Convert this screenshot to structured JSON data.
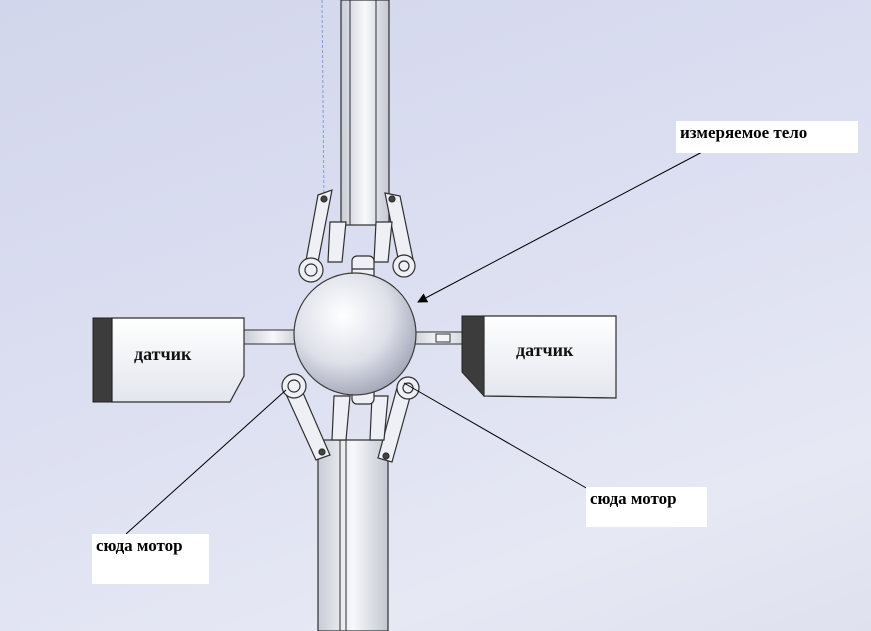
{
  "labels": {
    "measured_body": "измеряемое тело",
    "motor_right": "сюда мотор",
    "motor_left": "сюда мотор",
    "sensor_left": "датчик",
    "sensor_right": "датчик"
  },
  "colors": {
    "background": "#dcdff1",
    "part_fill": "#f2f3f7",
    "part_edge": "#3a3a3a",
    "sensor_face": "#3c3c3c",
    "arrow": "#000000"
  }
}
